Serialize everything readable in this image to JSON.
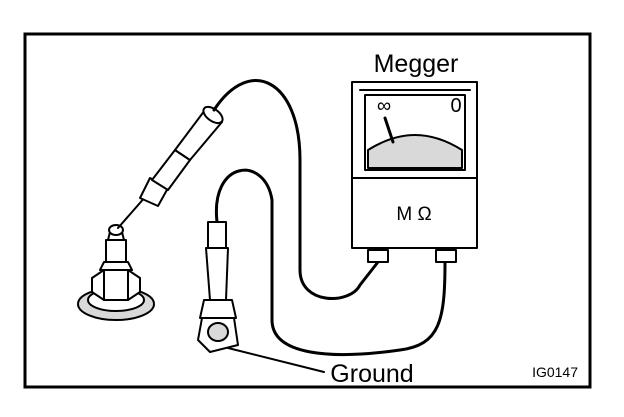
{
  "figure": {
    "labels": {
      "meter": "Megger",
      "ground": "Ground",
      "code": "IG0147"
    },
    "dial": {
      "left_mark": "∞",
      "right_mark": "0"
    },
    "unit": "M Ω",
    "icons": [
      "spark-plug-icon",
      "probe-icon",
      "megger-meter-icon",
      "ground-clip-icon"
    ]
  }
}
